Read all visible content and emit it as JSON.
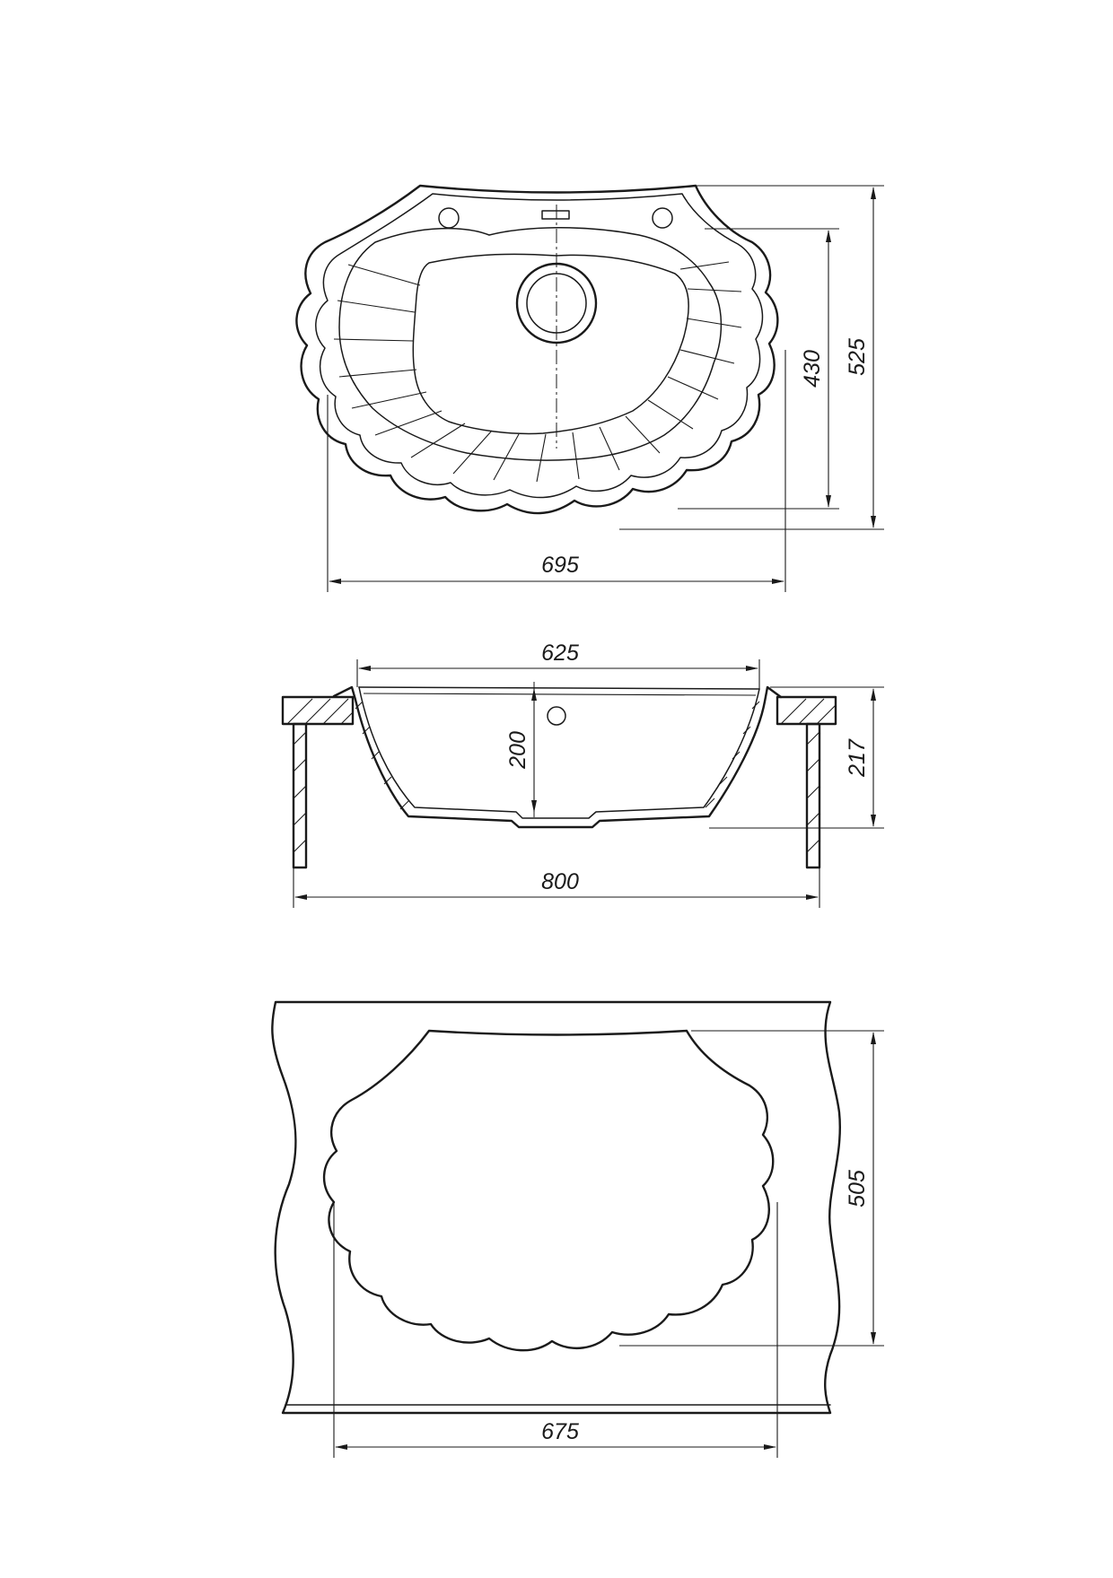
{
  "drawing": {
    "top_view": {
      "width_label": "695",
      "depth_label": "525",
      "bowl_depth_label": "430"
    },
    "section_view": {
      "bowl_width_label": "625",
      "overall_width_label": "800",
      "bowl_height_label": "200",
      "overall_height_label": "217"
    },
    "cutout_view": {
      "width_label": "675",
      "depth_label": "505"
    },
    "line_color": "#1a1a1a"
  }
}
